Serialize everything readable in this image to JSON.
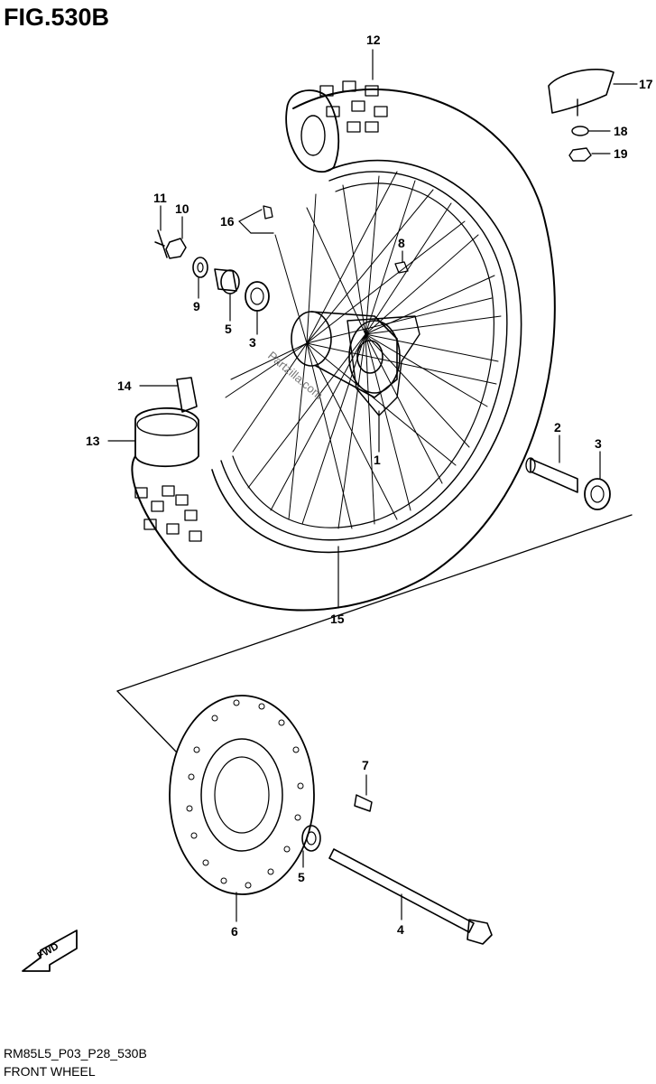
{
  "figure": {
    "title": "FIG.530B",
    "model_code": "RM85L5_P03_P28_530B",
    "name": "FRONT WHEEL",
    "watermark": "Partzilla.com",
    "fwd_label": "FWD"
  },
  "callouts": [
    {
      "id": "12",
      "label": "12"
    },
    {
      "id": "17",
      "label": "17"
    },
    {
      "id": "18",
      "label": "18"
    },
    {
      "id": "19",
      "label": "19"
    },
    {
      "id": "11",
      "label": "11"
    },
    {
      "id": "10",
      "label": "10"
    },
    {
      "id": "16",
      "label": "16"
    },
    {
      "id": "8",
      "label": "8"
    },
    {
      "id": "9",
      "label": "9"
    },
    {
      "id": "5a",
      "label": "5"
    },
    {
      "id": "3a",
      "label": "3"
    },
    {
      "id": "14",
      "label": "14"
    },
    {
      "id": "13",
      "label": "13"
    },
    {
      "id": "1",
      "label": "1"
    },
    {
      "id": "2",
      "label": "2"
    },
    {
      "id": "3b",
      "label": "3"
    },
    {
      "id": "15",
      "label": "15"
    },
    {
      "id": "7",
      "label": "7"
    },
    {
      "id": "5b",
      "label": "5"
    },
    {
      "id": "6",
      "label": "6"
    },
    {
      "id": "4",
      "label": "4"
    }
  ]
}
